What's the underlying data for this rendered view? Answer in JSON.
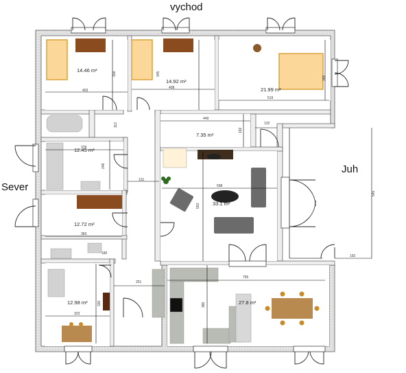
{
  "compass": {
    "east": "vychod",
    "south": "Juh",
    "north": "Sever"
  },
  "rooms": [
    {
      "id": "bedroom-1",
      "area": "14.46 m²"
    },
    {
      "id": "bedroom-2",
      "area": "14.92 m²"
    },
    {
      "id": "bedroom-3",
      "area": "21.99 m²"
    },
    {
      "id": "hall",
      "area": "7.35 m²"
    },
    {
      "id": "bathroom",
      "area": "12.45 m²"
    },
    {
      "id": "living-room",
      "area": "33.1 m²"
    },
    {
      "id": "room-west",
      "area": "12.72 m²"
    },
    {
      "id": "room-southwest",
      "area": "12.98 m²"
    },
    {
      "id": "kitchen",
      "area": "27.8 m²"
    }
  ],
  "dimensions": {
    "bed1_width": "403",
    "bed1_height": "358",
    "bed2_width": "408",
    "bed2_height": "345",
    "bed3_width": "519",
    "bed3_height": "388",
    "hall_width": "449",
    "hall_height": "192",
    "hall_small": "132",
    "corridor_top": "112",
    "bath_width": "378",
    "bath_height": "248",
    "corridor_mid": "131",
    "living_width": "598",
    "living_height": "553",
    "west_width": "383",
    "wc_width": "180",
    "corridor_low": "251",
    "sw_height": "330",
    "sw_width": "323",
    "kitchen_width": "755",
    "kitchen_height": "386",
    "terrace_height": "545",
    "terrace_width": "192"
  }
}
